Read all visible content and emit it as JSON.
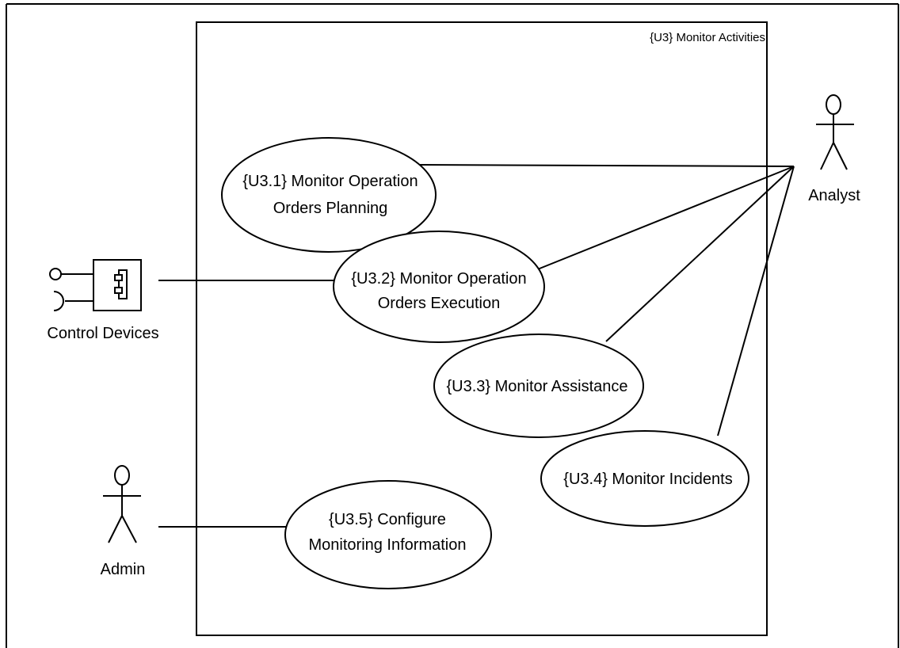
{
  "diagram": {
    "boundary_title": "{U3} Monitor Activities",
    "actors": {
      "analyst": {
        "name": "Analyst"
      },
      "control_devices": {
        "name": "Control Devices"
      },
      "admin": {
        "name": "Admin"
      }
    },
    "use_cases": {
      "u31": {
        "line1": "{U3.1} Monitor Operation",
        "line2": "Orders Planning"
      },
      "u32": {
        "line1": "{U3.2} Monitor Operation",
        "line2": "Orders Execution"
      },
      "u33": {
        "line1": "{U3.3} Monitor Assistance"
      },
      "u34": {
        "line1": "{U3.4} Monitor Incidents"
      },
      "u35": {
        "line1": "{U3.5} Configure",
        "line2": "Monitoring Information"
      }
    }
  },
  "colors": {
    "stroke": "#000000",
    "background": "#ffffff"
  }
}
